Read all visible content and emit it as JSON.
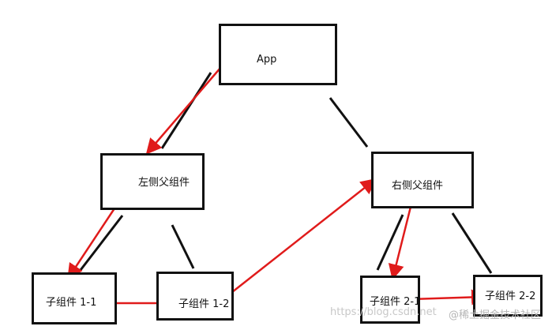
{
  "diagram": {
    "nodes": {
      "app": "App",
      "left_parent": "左侧父组件",
      "right_parent": "右侧父组件",
      "child_1_1": "子组件 1-1",
      "child_1_2": "子组件 1-2",
      "child_2_1": "子组件 2-1",
      "child_2_2": "子组件 2-2"
    },
    "edge_color": "#111111",
    "arrow_color": "#e01b1b"
  },
  "watermark": {
    "url": "https://blog.csdn.net",
    "community": "@稀土掘金技术社区"
  }
}
